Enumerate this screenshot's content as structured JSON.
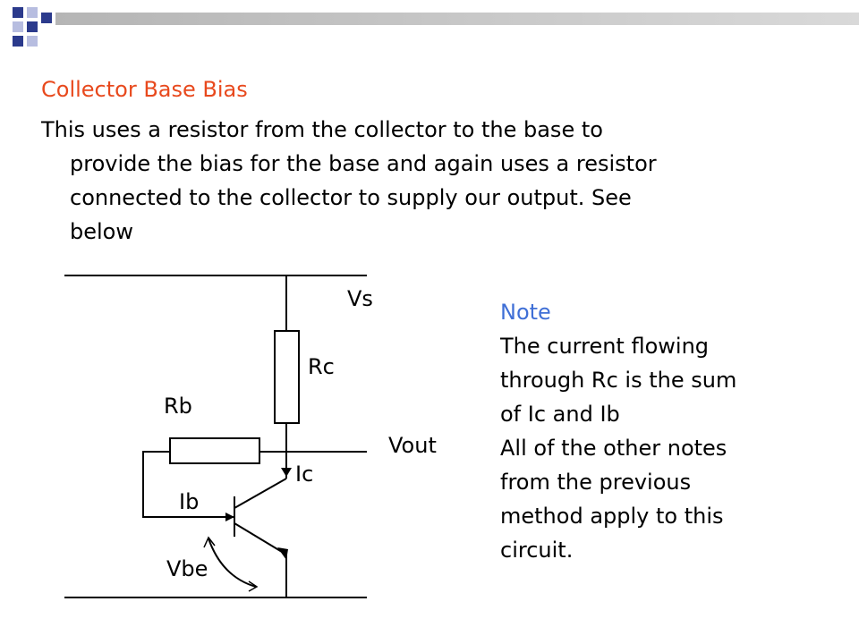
{
  "colors": {
    "title": "#e8491d",
    "note_title": "#3f6fd6",
    "deco_dark": "#2b3a8c",
    "deco_light": "#b7bde0",
    "deco_bar": "#c4c4c4"
  },
  "slide": {
    "title": "Collector Base Bias",
    "body_lines": [
      "This uses a resistor from the collector to the base to",
      "provide the bias for the base and again uses a resistor",
      "connected to the collector to supply our output. See",
      "below"
    ]
  },
  "circuit": {
    "labels": {
      "vs": "Vs",
      "rc": "Rc",
      "rb": "Rb",
      "vout": "Vout",
      "ic": "Ic",
      "ib": "Ib",
      "vbe": "Vbe"
    }
  },
  "note": {
    "title": "Note",
    "lines": [
      "The current flowing",
      "through Rc is the sum",
      "of Ic and Ib",
      "All of the other notes",
      "from the previous",
      "method apply to this",
      "circuit."
    ]
  }
}
